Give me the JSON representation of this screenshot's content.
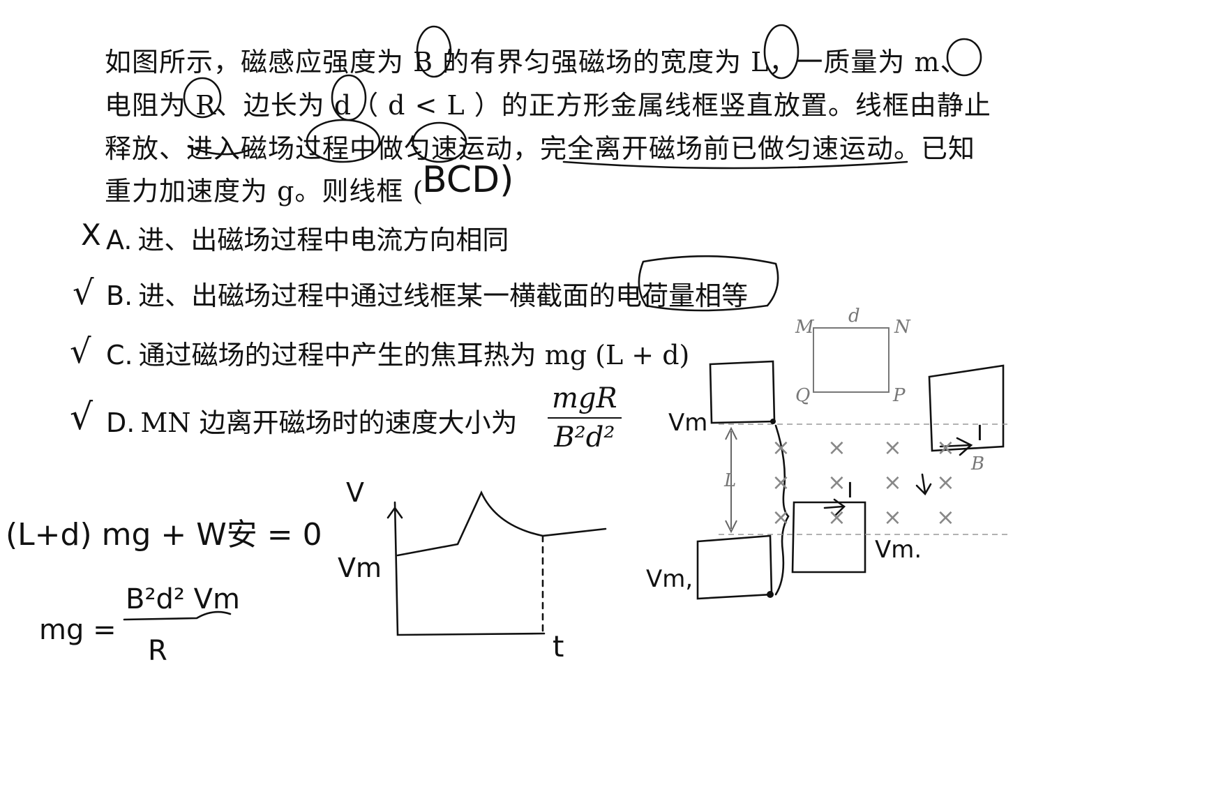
{
  "question": {
    "line1": "如图所示，磁感应强度为 B 的有界匀强磁场的宽度为 L，一质量为 m、",
    "line2": "电阻为 R、边长为 d（ d < L ）的正方形金属线框竖直放置。线框由静止",
    "line3": "释放、进入磁场过程中做匀速运动，完全离开磁场前已做匀速运动。已知",
    "line4": "重力加速度为 g。则线框 ("
  },
  "answer_mark": "BCD)",
  "options": [
    {
      "letter": "A.",
      "text": "进、出磁场过程中电流方向相同",
      "mark": "X"
    },
    {
      "letter": "B.",
      "text": "进、出磁场过程中通过线框某一横截面的电荷量相等",
      "mark": "√"
    },
    {
      "letter": "C.",
      "text": "通过磁场的过程中产生的焦耳热为 mg (L + d)",
      "mark": "√"
    },
    {
      "letter": "D.",
      "text": "MN 边离开磁场时的速度大小为",
      "mark": "√",
      "frac_num": "mgR",
      "frac_den": "B²d²"
    }
  ],
  "figure": {
    "corner_m": "M",
    "corner_n": "N",
    "corner_q": "Q",
    "corner_p": "P",
    "side_label": "d",
    "field_width_label": "L",
    "field_label": "B",
    "cross": "×"
  },
  "handwriting": {
    "vm_top": "Vm",
    "vm_left": "Vm,",
    "vm_right": "Vm.",
    "current_1": "I",
    "current_2": "I",
    "graph_v": "V",
    "graph_vm": "Vm",
    "graph_t": "t",
    "eq1": "(L+d) mg + W安 = 0",
    "eq2_left": "mg =",
    "eq2_num": "B²d² Vm",
    "eq2_den": "R"
  }
}
